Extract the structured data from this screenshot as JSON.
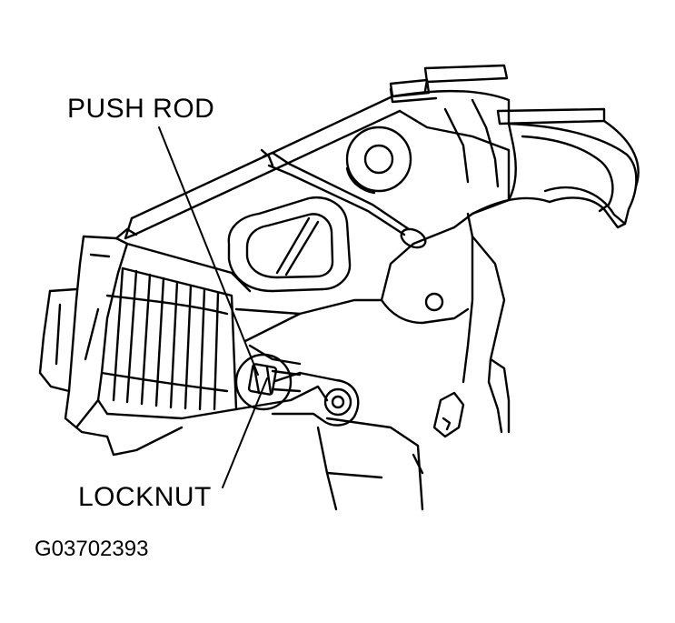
{
  "labels": {
    "push_rod": "PUSH ROD",
    "locknut": "LOCKNUT",
    "figure_code": "G03702393"
  },
  "colors": {
    "ink": "#000000",
    "paper": "#ffffff"
  }
}
